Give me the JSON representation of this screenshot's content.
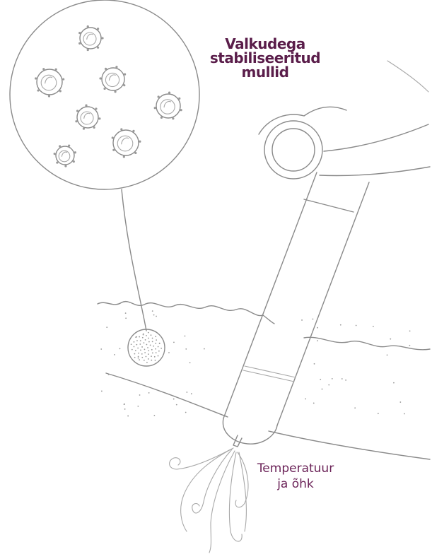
{
  "labels": {
    "bubbles": [
      "Valkudega",
      "stabiliseeritud",
      "mullid"
    ],
    "outlet": [
      "Temperatuur",
      "ja õhk"
    ]
  },
  "colors": {
    "label": "#5a1d4a",
    "sketch": "#8a8a8a"
  }
}
